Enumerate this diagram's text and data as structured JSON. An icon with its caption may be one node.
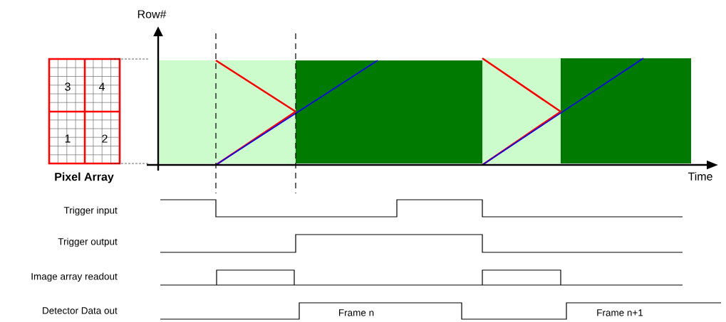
{
  "diagram": {
    "labels": [
      "Row#",
      "3",
      "4",
      "1",
      "2",
      "Pixel Array",
      "Time",
      "Trigger input",
      "Trigger output",
      "Image array readout",
      "Detector Data out",
      "Frame n",
      "Frame n+1"
    ]
  }
}
